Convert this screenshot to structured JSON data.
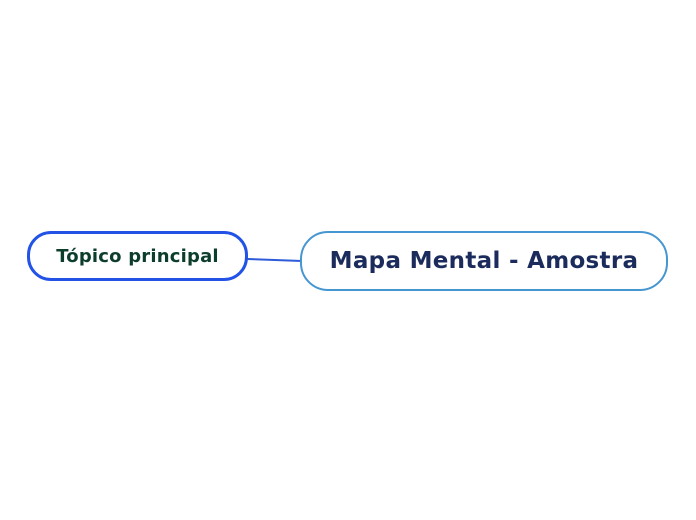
{
  "canvas": {
    "background_color": "#ffffff"
  },
  "mindmap": {
    "root_node": {
      "label": "Mapa Mental - Amostra",
      "border_color": "#4696d2",
      "text_color": "#1a2b5c",
      "fill_color": "#ffffff"
    },
    "child_node": {
      "label": "Tópico principal",
      "border_color": "#2353e6",
      "text_color": "#0c3e2b",
      "fill_color": "#ffffff"
    },
    "connector": {
      "color": "#2e5bd8",
      "stroke_width": "2"
    }
  }
}
